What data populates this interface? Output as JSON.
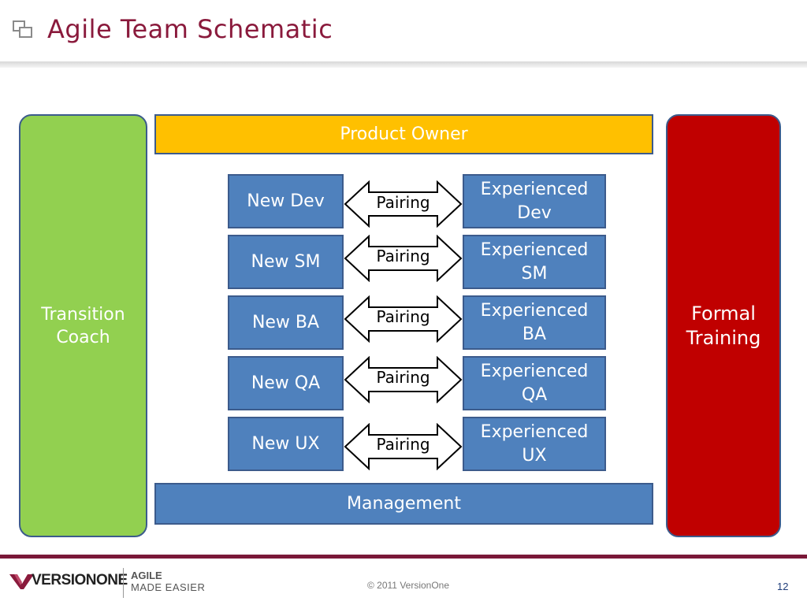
{
  "header": {
    "title": "Agile Team Schematic"
  },
  "left_panel": {
    "label_line1": "Transition",
    "label_line2": "Coach"
  },
  "right_panel": {
    "label_line1": "Formal",
    "label_line2": "Training"
  },
  "top_bar": {
    "label": "Product Owner"
  },
  "bottom_bar": {
    "label": "Management"
  },
  "rows": [
    {
      "new": "New Dev",
      "link": "Pairing",
      "exp_line1": "Experienced",
      "exp_line2": "Dev"
    },
    {
      "new": "New SM",
      "link": "Pairing",
      "exp_line1": "Experienced",
      "exp_line2": "SM"
    },
    {
      "new": "New BA",
      "link": "Pairing",
      "exp_line1": "Experienced",
      "exp_line2": "BA"
    },
    {
      "new": "New QA",
      "link": "Pairing",
      "exp_line1": "Experienced",
      "exp_line2": "QA"
    },
    {
      "new": "New UX",
      "link": "Pairing",
      "exp_line1": "Experienced",
      "exp_line2": "UX"
    }
  ],
  "footer": {
    "logo": "VERSIONONE",
    "tagline_line1": "AGILE",
    "tagline_line2": "MADE EASIER",
    "copyright": "© 2011 VersionOne",
    "page_number": "12"
  },
  "colors": {
    "title": "#8a1a3c",
    "coach": "#92d050",
    "training": "#c00000",
    "product_owner": "#ffc000",
    "role_box": "#4f81bd",
    "footer_rule": "#7a1838"
  }
}
